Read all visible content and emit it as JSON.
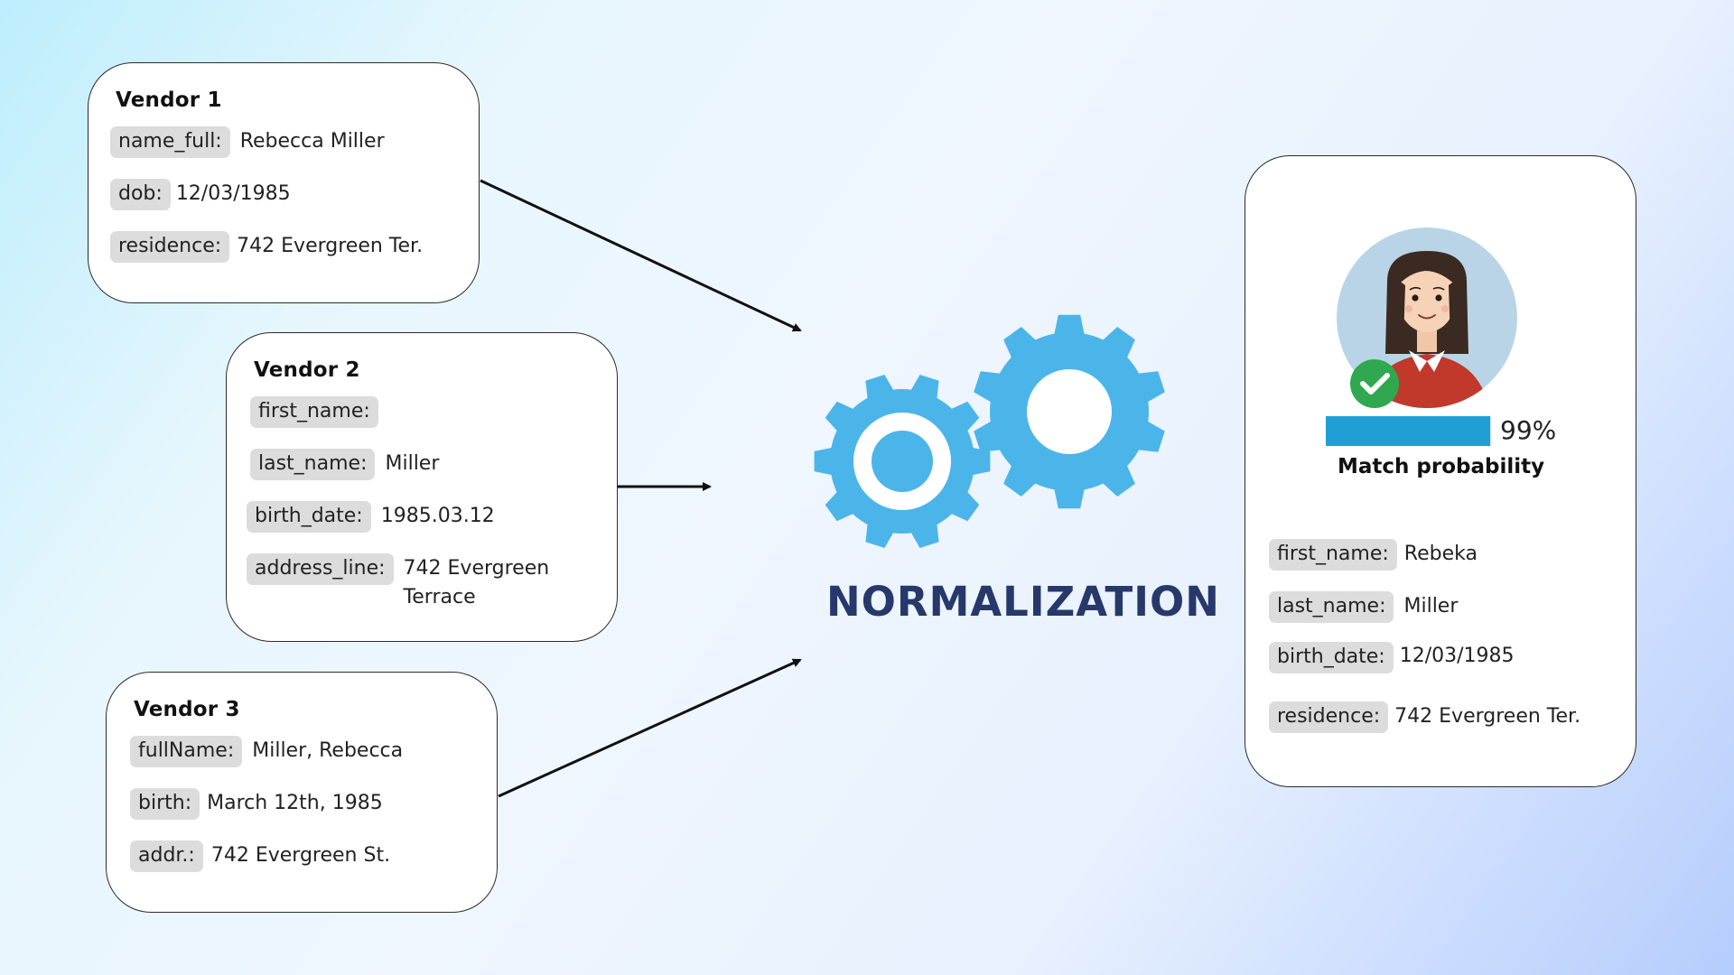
{
  "vendor1": {
    "title": "Vendor 1",
    "fields": [
      {
        "key": "name_full:",
        "value": "Rebecca Miller"
      },
      {
        "key": "dob:",
        "value": "12/03/1985"
      },
      {
        "key": "residence:",
        "value": "742 Evergreen Ter."
      }
    ]
  },
  "vendor2": {
    "title": "Vendor 2",
    "fields": [
      {
        "key": "first_name:",
        "value": ""
      },
      {
        "key": "last_name:",
        "value": "Miller"
      },
      {
        "key": "birth_date:",
        "value": "1985.03.12"
      },
      {
        "key": "address_line:",
        "value": "742 Evergreen Terrace"
      }
    ]
  },
  "vendor3": {
    "title": "Vendor 3",
    "fields": [
      {
        "key": "fullName:",
        "value": "Miller, Rebecca"
      },
      {
        "key": "birth:",
        "value": "March 12th, 1985"
      },
      {
        "key": "addr.:",
        "value": "742 Evergreen St."
      }
    ]
  },
  "center": {
    "title": "NORMALIZATION",
    "gear_color": "#4bb5ea"
  },
  "result": {
    "match_percent_label": "99%",
    "match_fraction": 0.99,
    "match_label": "Match probability",
    "bar_color": "#1f9fd6",
    "check_color": "#2fa84f",
    "fields": [
      {
        "key": "first_name:",
        "value": "Rebeka"
      },
      {
        "key": "last_name:",
        "value": "Miller"
      },
      {
        "key": "birth_date:",
        "value": "12/03/1985"
      },
      {
        "key": "residence:",
        "value": "742 Evergreen Ter."
      }
    ]
  }
}
